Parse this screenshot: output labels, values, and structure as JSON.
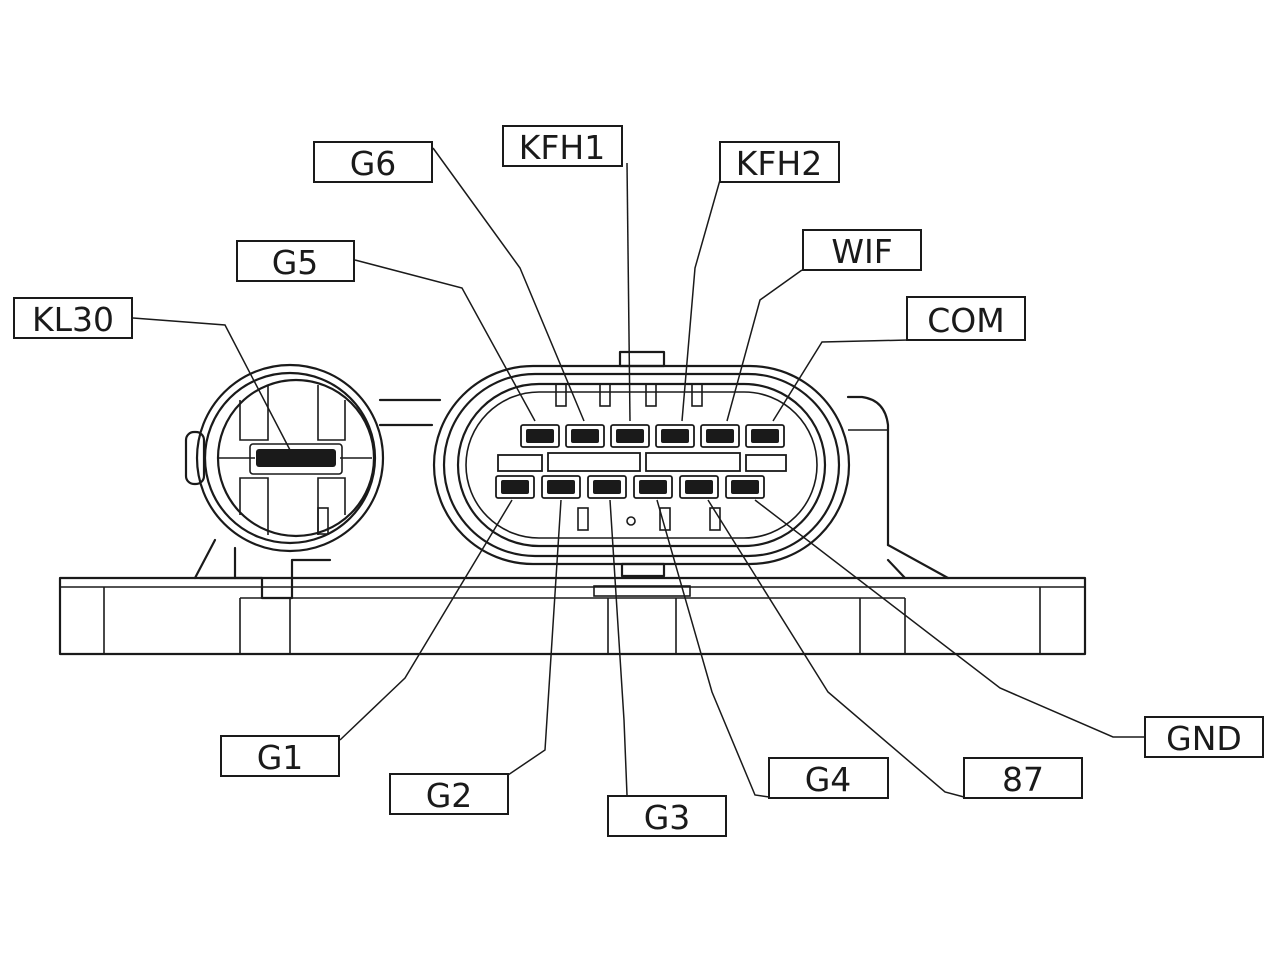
{
  "diagram": {
    "labels": {
      "kl30": "KL30",
      "g5": "G5",
      "g6": "G6",
      "kfh1": "KFH1",
      "kfh2": "KFH2",
      "wif": "WIF",
      "com": "COM",
      "g1": "G1",
      "g2": "G2",
      "g3": "G3",
      "g4": "G4",
      "p87": "87",
      "gnd": "GND"
    }
  }
}
